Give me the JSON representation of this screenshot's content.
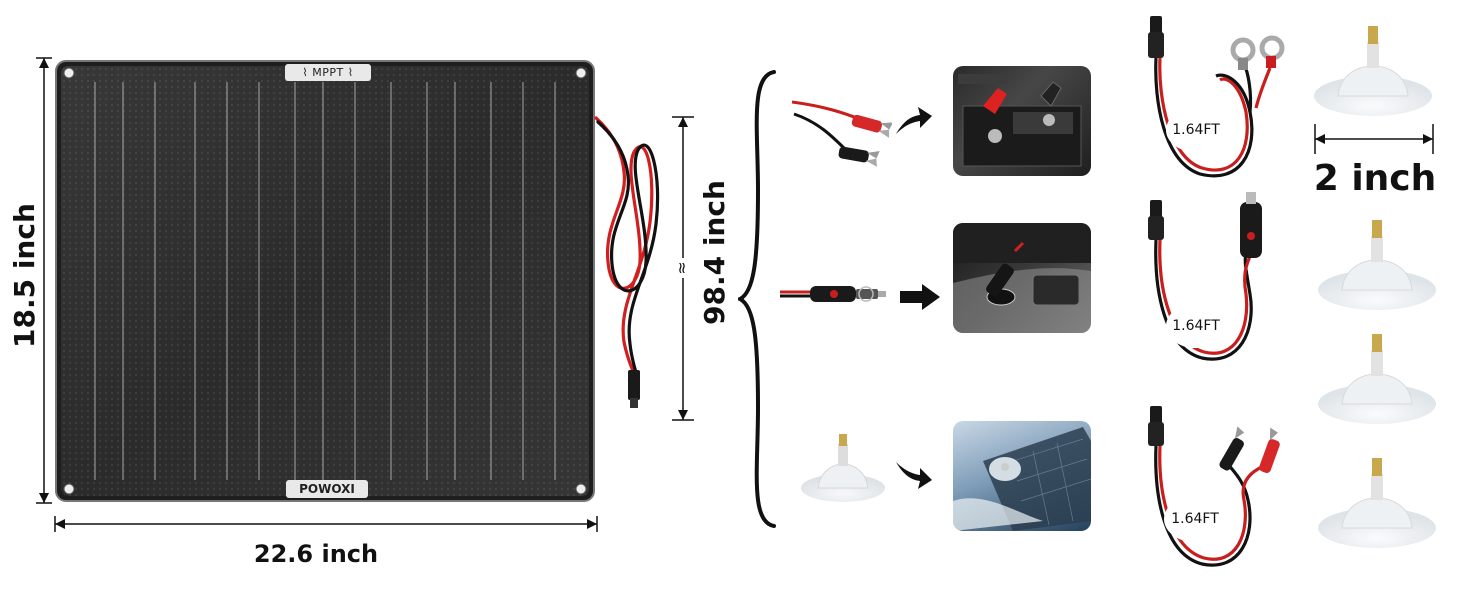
{
  "panel": {
    "badge_text": "MPPT",
    "brand": "POWOXI"
  },
  "dimensions": {
    "height_label": "18.5 inch",
    "width_label": "22.6 inch",
    "cable_label": "98.4 inch",
    "approx_symbol": "≈",
    "suction_label": "2 inch"
  },
  "accessories": {
    "cable_length_1": "1.64FT",
    "cable_length_2": "1.64FT",
    "cable_length_3": "1.64FT"
  },
  "icons": [
    "arrow-icon",
    "brace-icon",
    "dimension-arrow-icon",
    "suction-cup-icon",
    "alligator-clip-icon",
    "cigarette-plug-icon",
    "ring-terminal-icon"
  ]
}
